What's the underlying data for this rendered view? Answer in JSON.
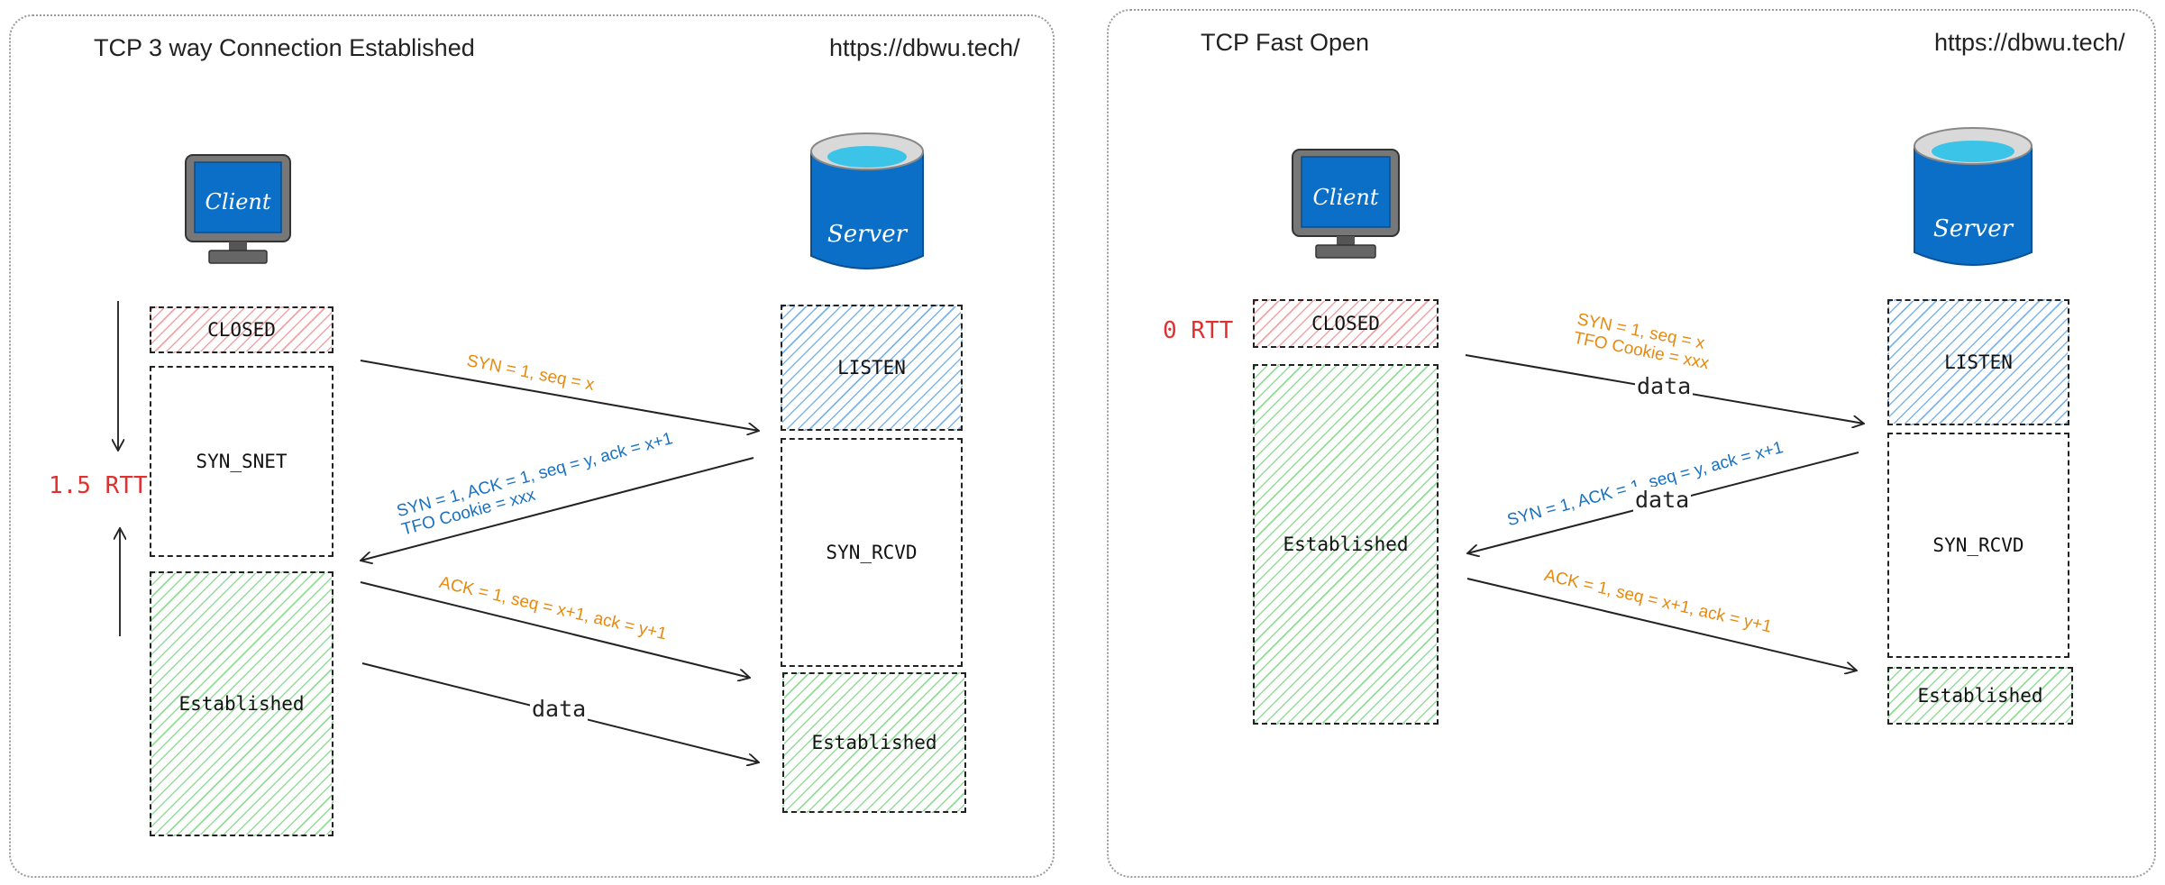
{
  "left": {
    "title": "TCP 3 way Connection Established",
    "url": "https://dbwu.tech/",
    "client_label": "Client",
    "server_label": "Server",
    "rtt": "1.5 RTT",
    "client_states": [
      "CLOSED",
      "SYN_SNET",
      "Established"
    ],
    "server_states": [
      "LISTEN",
      "SYN_RCVD",
      "Established"
    ],
    "msg1": "SYN = 1,  seq = x",
    "msg2_line1": "SYN = 1, ACK = 1,  seq = y,  ack = x+1",
    "msg2_line2": "TFO Cookie = xxx",
    "msg3": "ACK = 1,  seq = x+1,  ack = y+1",
    "data_label": "data"
  },
  "right": {
    "title": "TCP Fast Open",
    "url": "https://dbwu.tech/",
    "client_label": "Client",
    "server_label": "Server",
    "rtt": "0 RTT",
    "client_states": [
      "CLOSED",
      "Established"
    ],
    "server_states": [
      "LISTEN",
      "SYN_RCVD",
      "Established"
    ],
    "msg1_line1": "SYN = 1,  seq = x",
    "msg1_line2": "TFO Cookie = xxx",
    "msg1_data": "data",
    "msg2": "SYN = 1, ACK = 1,  seq = y,  ack = x+1",
    "msg2_data": "data",
    "msg3": "ACK = 1,  seq = x+1,  ack = y+1"
  },
  "colors": {
    "orange": "#e8890c",
    "blue": "#1971c2",
    "red": "#e03131",
    "monitor": "#0b6fc7",
    "database": "#0b6fc7"
  },
  "icons": [
    "monitor-icon",
    "database-icon"
  ]
}
